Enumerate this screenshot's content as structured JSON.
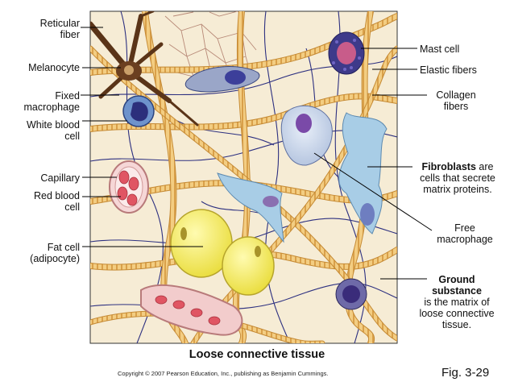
{
  "colors": {
    "background": "#f5ecd6",
    "collagen_fiber": "#f2c97a",
    "collagen_stripe": "#d49a3c",
    "elastic_fiber": "#2b2f7a",
    "reticular_fiber": "#a0522d",
    "fat_cell": "#f5ee5a",
    "cell_nucleus": "#5b3f9a",
    "red_blood_cell": "#e8606b",
    "leader_line": "#000000"
  },
  "labels": {
    "reticular_fiber": [
      "Reticular",
      "fiber"
    ],
    "melanocyte": [
      "Melanocyte"
    ],
    "fixed_macrophage": [
      "Fixed",
      "macrophage"
    ],
    "white_blood_cell": [
      "White blood",
      "cell"
    ],
    "capillary": [
      "Capillary"
    ],
    "red_blood_cell": [
      "Red blood",
      "cell"
    ],
    "fat_cell": [
      "Fat cell",
      "(adipocyte)"
    ],
    "mast_cell": [
      "Mast cell"
    ],
    "elastic_fibers": [
      "Elastic fibers"
    ],
    "collagen_fibers": [
      "Collagen",
      "fibers"
    ],
    "fibroblasts_bold": "Fibroblasts",
    "fibroblasts_rest": [
      " are",
      "cells that secrete",
      "matrix proteins."
    ],
    "free_macrophage": [
      "Free",
      "macrophage"
    ],
    "ground_substance_bold": [
      "Ground",
      "substance"
    ],
    "ground_substance_rest": [
      "is the matrix of",
      "loose connective",
      "tissue."
    ]
  },
  "title": "Loose connective tissue",
  "copyright": "Copyright © 2007 Pearson Education, Inc., publishing as Benjamin Cummings.",
  "figure_number": "Fig. 3-29"
}
